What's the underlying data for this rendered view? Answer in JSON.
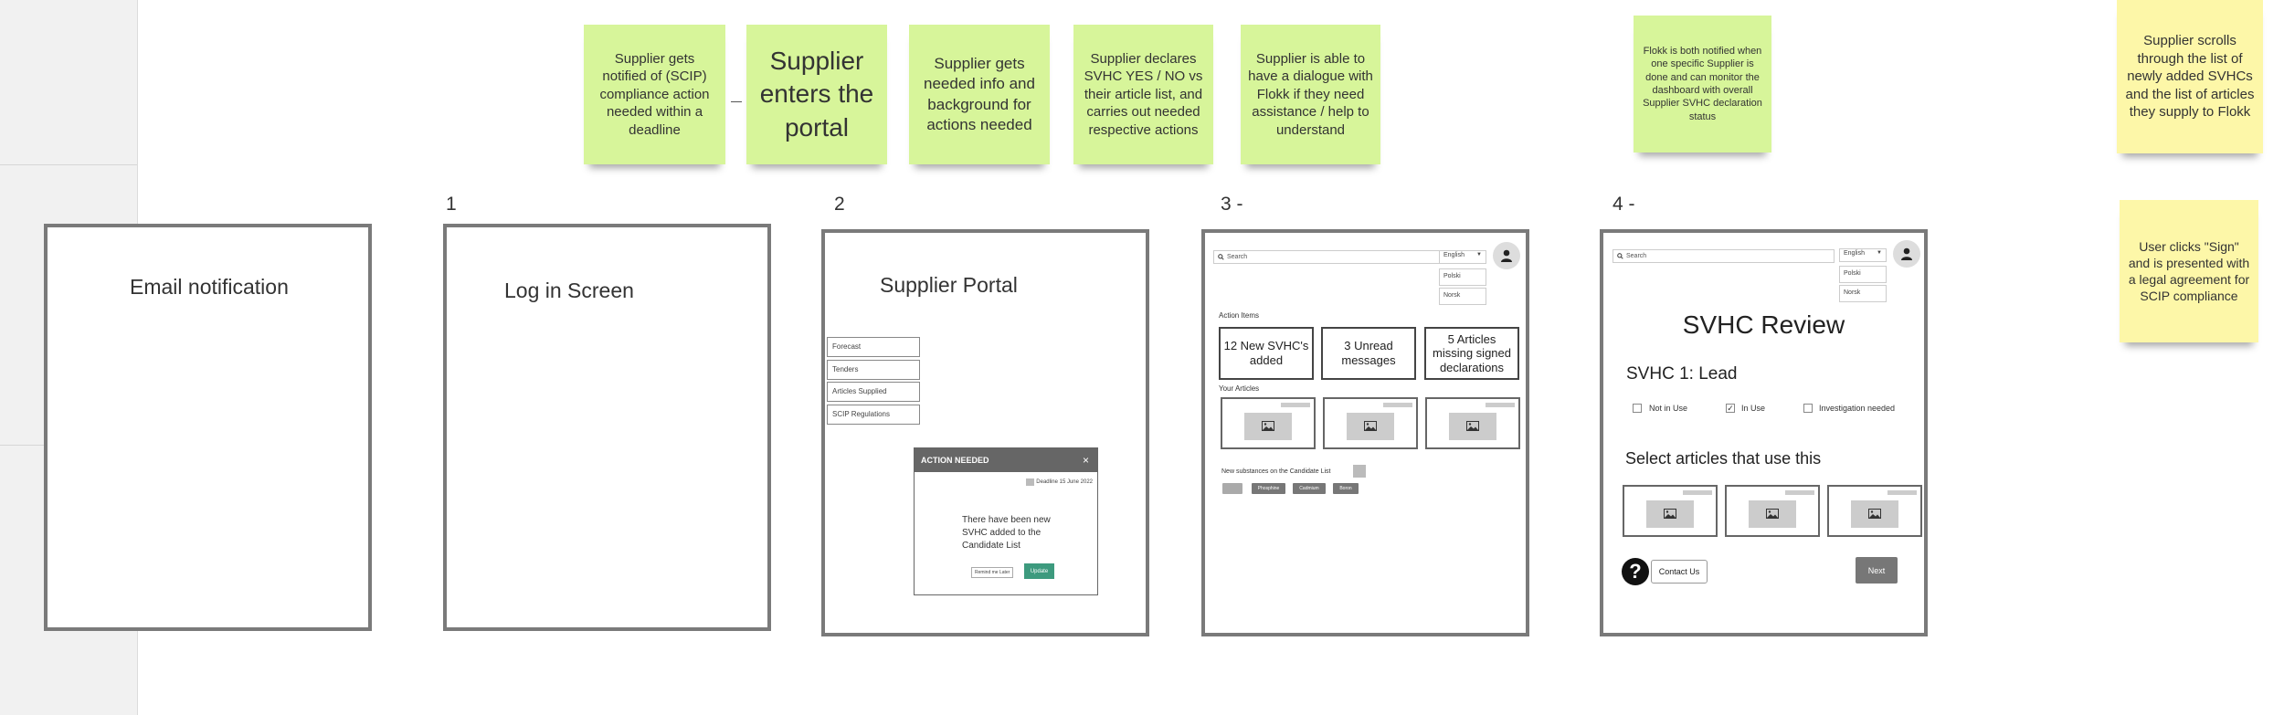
{
  "stickies": {
    "s1": "Supplier gets notified of (SCIP) compliance action needed within a deadline",
    "s2": "Supplier enters the portal",
    "s3": "Supplier gets needed info and background for actions needed",
    "s4": "Supplier declares SVHC YES / NO vs their article list, and carries out needed respective actions",
    "s5": "Supplier is able to have a dialogue with Flokk if they need assistance / help to understand",
    "s6": "Flokk is both notified when one specific Supplier is done and can monitor the dashboard with overall Supplier SVHC declaration status",
    "s7": "Supplier scrolls through the list of newly added SVHCs and the list of articles they supply to Flokk",
    "s8": "User clicks \"Sign\" and is presented with a legal agreement for SCIP compliance"
  },
  "steps": {
    "n1": "1",
    "n2": "2",
    "n3": "3 -",
    "n4": "4 -"
  },
  "frame0": {
    "title": "Email notification"
  },
  "frame1": {
    "title": "Log in Screen"
  },
  "frame2": {
    "title": "Supplier Portal",
    "menu": [
      "Forecast",
      "Tenders",
      "Articles Supplied",
      "SCIP Regulations"
    ],
    "modal": {
      "title": "ACTION NEEDED",
      "close": "×",
      "deadline": "Deadline 15 June 2022",
      "body": "There have been new SVHC added to the Candidate List",
      "remind": "Remind me Later",
      "update": "Update"
    }
  },
  "frame3": {
    "search": "Search",
    "language": "English",
    "lang_options": [
      "Polski",
      "Norsk"
    ],
    "action_items_label": "Action Items",
    "actions": [
      "12 New SVHC's added",
      "3 Unread messages",
      "5 Articles missing signed declarations"
    ],
    "your_articles_label": "Your Articles",
    "new_substances_label": "New substances on the Candidate List",
    "pills": [
      "",
      "Phosphine",
      "Cadmium",
      "Boron"
    ]
  },
  "frame4": {
    "search": "Search",
    "language": "English",
    "lang_options": [
      "Polski",
      "Norsk"
    ],
    "title": "SVHC Review",
    "svhc": "SVHC 1: Lead",
    "options": [
      "Not in Use",
      "In Use",
      "Investigation needed"
    ],
    "select_label": "Select articles that use this",
    "help_icon_text": "?",
    "contact": "Contact Us",
    "next": "Next"
  }
}
